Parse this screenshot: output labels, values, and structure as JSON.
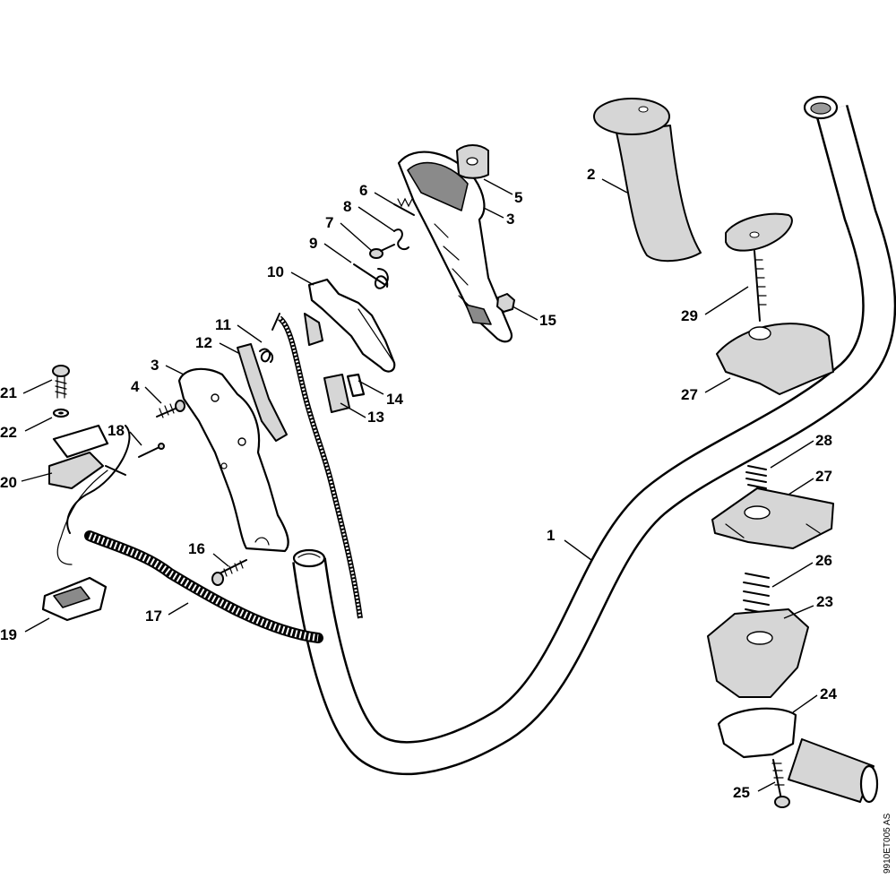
{
  "diagram": {
    "reference_code": "9910ET005 AS",
    "callouts": [
      {
        "id": "c1",
        "label": "1"
      },
      {
        "id": "c2",
        "label": "2"
      },
      {
        "id": "c3a",
        "label": "3"
      },
      {
        "id": "c3b",
        "label": "3"
      },
      {
        "id": "c4",
        "label": "4"
      },
      {
        "id": "c5",
        "label": "5"
      },
      {
        "id": "c6",
        "label": "6"
      },
      {
        "id": "c7",
        "label": "7"
      },
      {
        "id": "c8",
        "label": "8"
      },
      {
        "id": "c9",
        "label": "9"
      },
      {
        "id": "c10",
        "label": "10"
      },
      {
        "id": "c11",
        "label": "11"
      },
      {
        "id": "c12",
        "label": "12"
      },
      {
        "id": "c13",
        "label": "13"
      },
      {
        "id": "c14",
        "label": "14"
      },
      {
        "id": "c15",
        "label": "15"
      },
      {
        "id": "c16",
        "label": "16"
      },
      {
        "id": "c17",
        "label": "17"
      },
      {
        "id": "c18",
        "label": "18"
      },
      {
        "id": "c19",
        "label": "19"
      },
      {
        "id": "c20",
        "label": "20"
      },
      {
        "id": "c21",
        "label": "21"
      },
      {
        "id": "c22",
        "label": "22"
      },
      {
        "id": "c23",
        "label": "23"
      },
      {
        "id": "c24",
        "label": "24"
      },
      {
        "id": "c25",
        "label": "25"
      },
      {
        "id": "c26",
        "label": "26"
      },
      {
        "id": "c27a",
        "label": "27"
      },
      {
        "id": "c27b",
        "label": "27"
      },
      {
        "id": "c28",
        "label": "28"
      },
      {
        "id": "c29",
        "label": "29"
      }
    ]
  }
}
